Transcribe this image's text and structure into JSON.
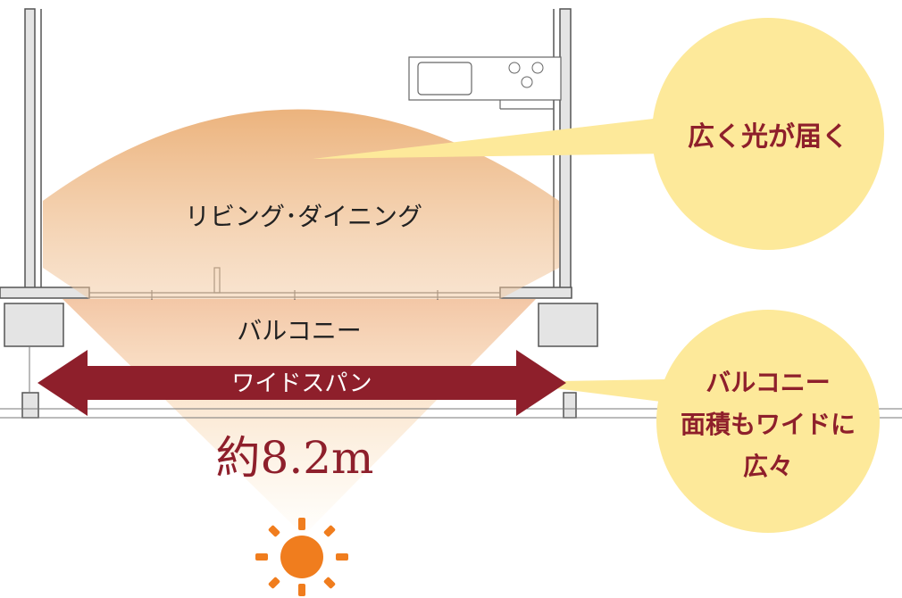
{
  "labels": {
    "living_dining": "リビング･ダイニング",
    "balcony": "バルコニー",
    "wide_span": "ワイドスパン",
    "width_value": "約8.2m"
  },
  "callouts": {
    "light": "広く光が届く",
    "balcony_line1": "バルコニー",
    "balcony_line2": "面積もワイドに",
    "balcony_line3": "広々"
  },
  "icons": [
    "sun-icon",
    "stove-icon",
    "sink-icon",
    "double-arrow-icon"
  ],
  "colors": {
    "arrow": "#8e1f2b",
    "callout_fill": "#fde99a",
    "callout_text": "#8e1f2b",
    "light_fan": "#e9a86a",
    "sun": "#f07d1e",
    "wall": "#e4e4e4",
    "wall_line": "#555555"
  }
}
